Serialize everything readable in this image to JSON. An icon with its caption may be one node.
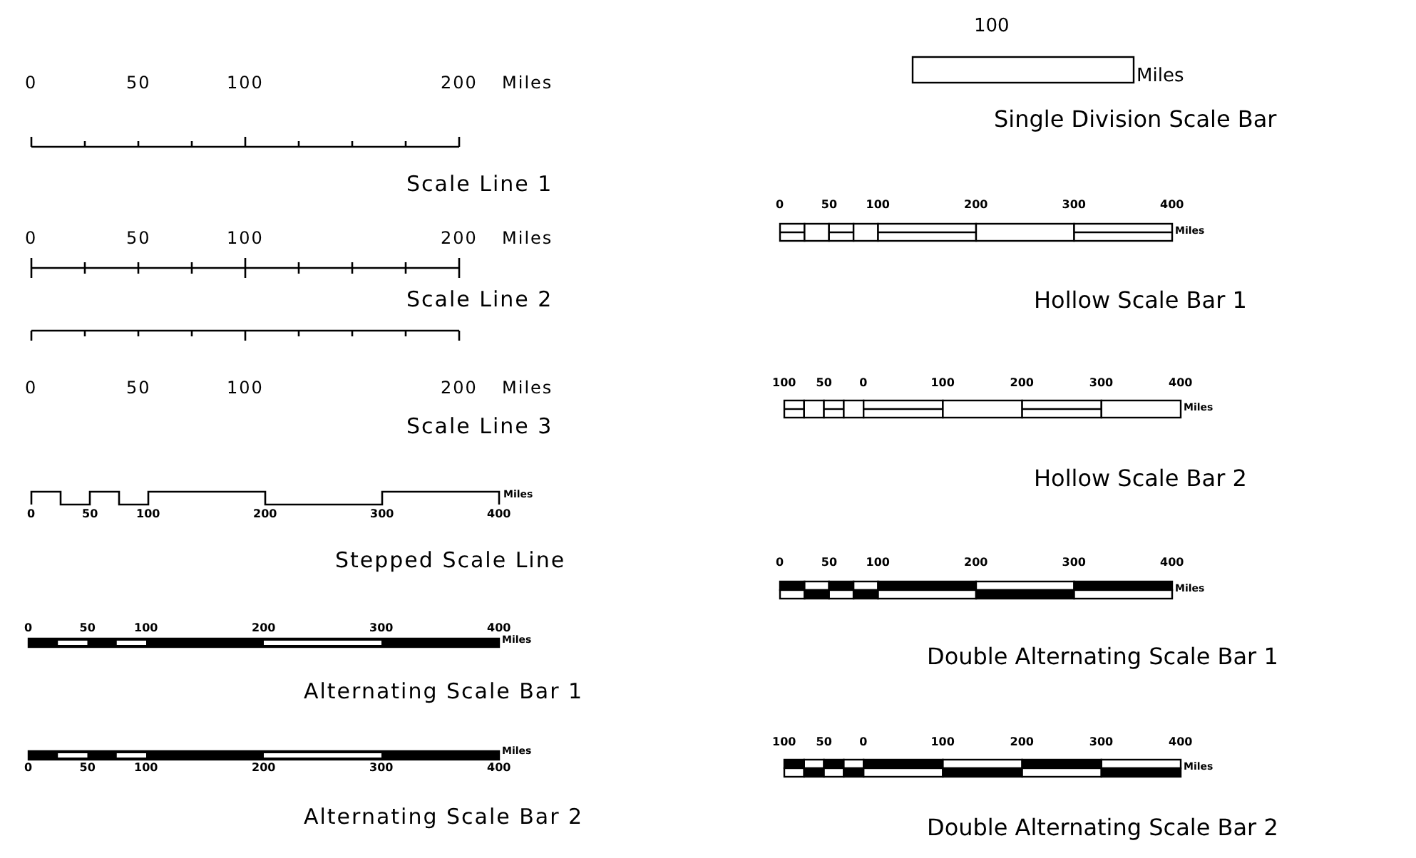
{
  "diagram": {
    "labels": [
      "0",
      "50",
      "100",
      "200",
      "Miles",
      "Scale Line 1",
      "0",
      "50",
      "100",
      "200",
      "Miles",
      "Scale Line 2",
      "0",
      "50",
      "100",
      "200",
      "Miles",
      "Scale Line 3",
      "0",
      "50",
      "100",
      "200",
      "300",
      "400",
      "Miles",
      "Stepped Scale Line",
      "0",
      "50",
      "100",
      "200",
      "300",
      "400",
      "Miles",
      "Alternating Scale Bar 1",
      "0",
      "50",
      "100",
      "200",
      "300",
      "400",
      "Miles",
      "Alternating Scale Bar 2",
      "100",
      "Miles",
      "Single Division Scale Bar",
      "0",
      "50",
      "100",
      "200",
      "300",
      "400",
      "Miles",
      "Hollow Scale Bar 1",
      "100",
      "50",
      "0",
      "100",
      "200",
      "300",
      "400",
      "Miles",
      "Hollow Scale Bar 2",
      "0",
      "50",
      "100",
      "200",
      "300",
      "400",
      "Miles",
      "Double Alternating Scale Bar 1",
      "100",
      "50",
      "0",
      "100",
      "200",
      "300",
      "400",
      "Miles",
      "Double Alternating Scale Bar 2"
    ]
  }
}
